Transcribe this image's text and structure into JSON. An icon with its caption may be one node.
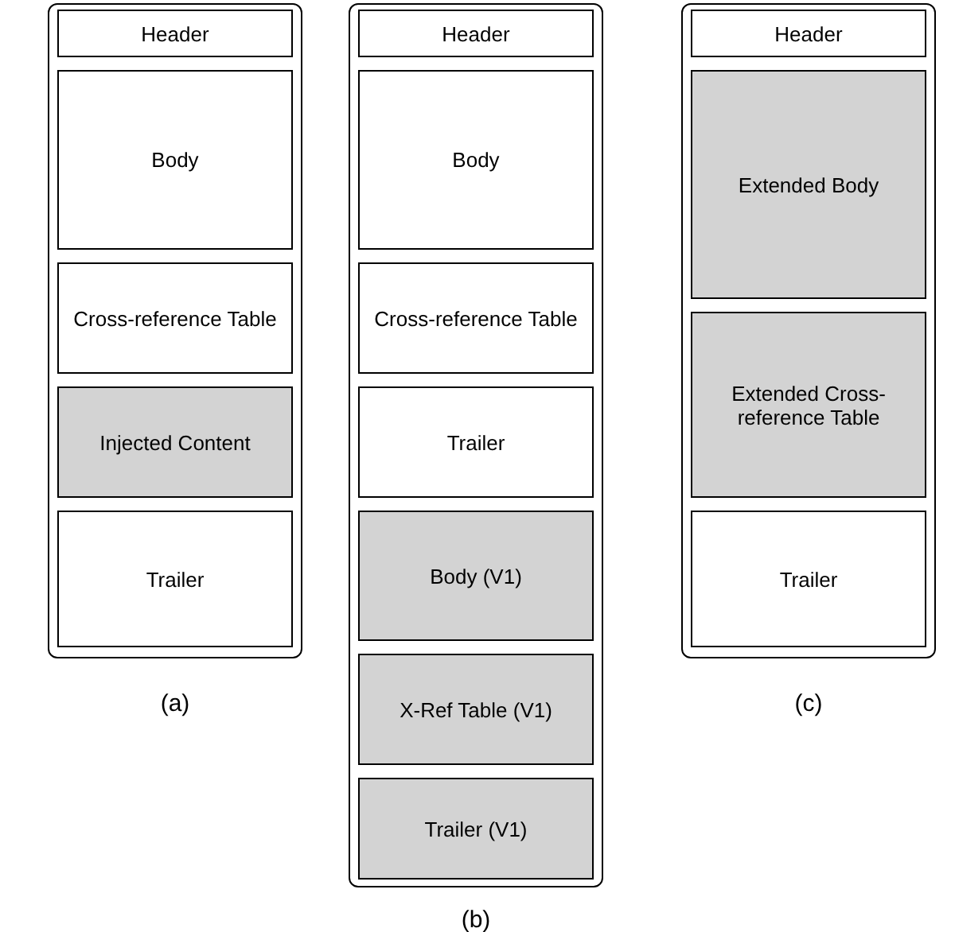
{
  "diagram": {
    "nodes": [
      {
        "text": [],
        "shape": "box",
        "beside": [
          "(a)"
        ]
      },
      {
        "text": [
          "Header"
        ],
        "in": 0
      },
      {
        "text": [
          "Body"
        ],
        "in": 0
      },
      {
        "text": [
          "Cross-reference Table"
        ],
        "in": 0
      },
      {
        "text": [
          "Injected Content"
        ],
        "in": 0
      },
      {
        "text": [
          "Trailer"
        ],
        "in": 0
      },
      {
        "text": [],
        "shape": "box",
        "beside": [
          "(b)"
        ]
      },
      {
        "text": [
          "Header"
        ],
        "in": 6
      },
      {
        "text": [
          "Body"
        ],
        "in": 6
      },
      {
        "text": [
          "Cross-reference Table"
        ],
        "in": 6
      },
      {
        "text": [
          "Trailer"
        ],
        "in": 6
      },
      {
        "text": [
          "Body (V1)"
        ],
        "in": 6
      },
      {
        "text": [
          "X-Ref Table (V1)"
        ],
        "in": 6
      },
      {
        "text": [
          "Trailer (V1)"
        ],
        "in": 6
      },
      {
        "text": [],
        "shape": "box",
        "beside": [
          "(c)"
        ]
      },
      {
        "text": [
          "Header"
        ],
        "in": 14
      },
      {
        "text": [
          "Extended Body"
        ],
        "in": 14
      },
      {
        "text": [
          "Extended Cross-reference Table"
        ],
        "in": 14
      },
      {
        "text": [
          "Trailer"
        ],
        "in": 14
      }
    ]
  }
}
